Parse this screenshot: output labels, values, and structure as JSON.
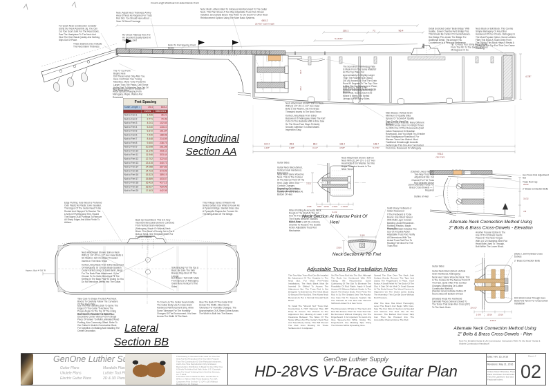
{
  "sheet": {
    "supplier_brand": "GenOne Luthier Supplies",
    "brand_categories_col1": [
      "Guitar Plans",
      "Ukulele Plans",
      "Electric Guitar Plans"
    ],
    "brand_categories_col2": [
      "Mandolin Plans",
      "Luthier Tool Plans",
      "2D & 3D Plans"
    ],
    "fine_print": [
      "This Drawing Is Intended To Be Used For One Use Only And Not Reproduced For Any Other Purpose Than The Construction Of One Particular Instrument, And A One Time Reproduction Only Is Allowed.",
      "Reproduction, Distribution Is Illegal For Any Other Use & Strictly Prohibited And Falls Under U.S. Copyright Laws For Visual Verifying Arts & GenOne Services, Inc. © 2016",
      "This Sheet Size Is Metric A2 Size. Overall Size Is 594mm x 420mm With These Borders. For USA Customers Print On Arch \"C\" (24\" x 18\") Without Resizing For 1:1 Printout."
    ],
    "company": "GenOne Luthier Supply",
    "title": "HD-28VS V-Brace Guitar Plan",
    "date_label": "Date: Nov. 15, 2016",
    "revisions_label": "Revisions: May 31, 2016",
    "scale_note": "Unless Noted Otherwise, These Plans Are Drawn To Full Scale. They Are Labeled In Inch and Fractional Inches.",
    "file_label": "Sheet_2",
    "sheet_number": "02",
    "handbook_note": "Note For Detailed Guitar & Uke Construction Instructions Refer To Our Book \"Guitar & Ukulele Construction Handbook\""
  },
  "labels": {
    "longitudinal_1": "Longitudinal",
    "longitudinal_2": "Section AA",
    "lateral_1": "Lateral",
    "lateral_2": "Section BB",
    "neck_narrow": "Neck Section At Narrow Point Of Heel",
    "neck_7th": "Neck Section At 7th Fret",
    "truss_title": "Adjustable Truss Rod Installation Notes",
    "alt_elev_1": "Alternate Neck Connection Method Using",
    "alt_elev_2": "2\" Bolts & Brass Cross-Dowels - Elevation",
    "alt_plan_1": "Alternate Neck Connection Method Using",
    "alt_plan_2": "2\" Bolts & Brass Cross-Dowels - Plan"
  },
  "fret_table": {
    "title": "Fret Spacing",
    "scale_label": "Scale Length =",
    "scale_in": "25.4",
    "scale_mm": "645.2",
    "col_in": "Inches",
    "col_mm": "Millimeters",
    "rows": [
      {
        "label": "Nut to Fret 1",
        "in": "1.426",
        "mm": "36.21"
      },
      {
        "label": "Nut to Fret 2",
        "in": "2.771",
        "mm": "70.39"
      },
      {
        "label": "Nut to Fret 3",
        "in": "4.041",
        "mm": "102.65"
      },
      {
        "label": "Nut to Fret 4",
        "in": "5.240",
        "mm": "133.10"
      },
      {
        "label": "Nut to Fret 5",
        "in": "6.372",
        "mm": "161.84"
      },
      {
        "label": "Nut to Fret 6",
        "in": "7.440",
        "mm": "188.98"
      },
      {
        "label": "Nut to Fret 7",
        "in": "8.448",
        "mm": "214.59"
      },
      {
        "label": "Nut to Fret 8",
        "in": "9.400",
        "mm": "238.75"
      },
      {
        "label": "Nut to Fret 9",
        "in": "10.298",
        "mm": "261.58"
      },
      {
        "label": "Nut to Fret 10",
        "in": "11.146",
        "mm": "283.11"
      },
      {
        "label": "Nut to Fret 11",
        "in": "11.946",
        "mm": "303.44"
      },
      {
        "label": "Nut to Fret 12",
        "in": "12.702",
        "mm": "322.63"
      },
      {
        "label": "Nut to Fret 13",
        "in": "13.415",
        "mm": "340.73"
      },
      {
        "label": "Nut to Fret 14",
        "in": "14.088",
        "mm": "357.83"
      },
      {
        "label": "Nut to Fret 15",
        "in": "14.723",
        "mm": "373.96"
      },
      {
        "label": "Nut to Fret 16",
        "in": "15.323",
        "mm": "389.19"
      },
      {
        "label": "Nut to Fret 17",
        "in": "15.889",
        "mm": "403.57"
      },
      {
        "label": "Nut to Fret 18",
        "in": "16.423",
        "mm": "417.15"
      },
      {
        "label": "Nut to Fret 19",
        "in": "16.927",
        "mm": "429.96"
      },
      {
        "label": "Nut to Fret 20",
        "in": "17.403",
        "mm": "442.05"
      }
    ]
  },
  "dims": {
    "scale_mm": "645.2",
    "scale_in": "25.402\" scale length",
    "top": [
      "118.1",
      "71",
      "96.4"
    ],
    "top_sub": "5-13/32\"",
    "bottom": [
      {
        "mm": "104.4",
        "in": "4-1/8\""
      },
      {
        "mm": "85.6",
        "in": "3-3/8\""
      },
      {
        "mm": "88.2",
        "in": "3-1/2\""
      },
      {
        "mm": "118.4",
        "in": "4-5/8\""
      },
      {
        "mm": "138.7",
        "in": "5-7/16\""
      }
    ],
    "overall_mm": "976.2",
    "overall_in": "(38-7/16\")",
    "body_depth": "4-7/8\"",
    "butt_radius": "Approx. Butt 4-7/8\" R",
    "neck_plan": [
      "1-5/8",
      "9/16",
      "13/16",
      "1-3/32",
      "1-13/32"
    ],
    "neck_plan_overall": "3-1/2",
    "neck_plan_depth": "1-1/2",
    "seventh_width": "1-5/8",
    "seventh_depth": "13/16",
    "elev": [
      "25/32",
      "31/32",
      "7/8"
    ],
    "alt_plan": [
      "1-3/8",
      "15/16",
      "13/16"
    ],
    "alt_plan_overall": "2-9/16",
    "alt_plan_angle": "10-1/2°",
    "side_heights": [
      "90.5",
      "95.2"
    ]
  },
  "truss_notes": {
    "col1": "This Two-Way Truss Rod Can Be Installed By Adjustment Of The Graphite In The Neck Slot. For Most Pre-Fretted Installations, The Neck Blank Must Be Inverted Or Shifted To Access The Adjustment Nut. The Truss Rod Is Not Designed To Extend Into The Neck Block Or Beyond The Nut End. This Allows Neck Removal As Per A Normal Dovetail Neck Reset.\n\nTo Install The \"Wrench Nut\" Truss Rod, Counterbore A 7/16\" Diameter Hole 3/8\" Deep To Access The Wrench At The Adjustment Nut, Allowing At Least 1-1/8\" Clearance Between The Sides Of The Spoke Wheel And The Guitar's Neck Heel And Soundbody Cavity. This Will Prevent The Rod From Binding On These Surfaces As It Is Adjusted.",
    "col2": "Set The Truss Rod Into The Slot. Although The Rods Are Cushioned With PVC Tubing, We Recommend Some Cushioning Of The Slot To Eliminate The Possibility Of Rod Rattle. Apply A Small Amount Of Silicone Bathtub Sealer In The Slot At The Anchor Ends, Then Press The Rod In So The Sealant Sets The Anchor. Use Care Not To Squeeze Sealant Into The Threads Or The Rod Can Become Stiff And Limited To A Few Turns.\n\nThe Dimensions Of Slot In The Neck And Rod Slot Ensure That The Truss Rod Can Be Removed Without Changing Out The Fingerboard. It Is Important To Avoid Any Glue Squeeze-Out While Gluing The Fingerboard; Use Masking Tape Along The Channel While Spreading Glue.",
    "col3": "Spread The Glue Over The Neck Joint Surface Evenly, Remove The Tape And Clamp The Fingerboard In Place. You'll Notice A Small Relief At The Ends Of The Slot; A Dab Of Hot Melt Or Small Screws At The Ends Keeps The Wood Centers In Alignment On The Glued Joints During The Assembly. This Can Be Done Without Rod Pressure.\n\nAfter The Glue Has Dried Thoroughly, Level The Board And Begin With Care. Saw The Fret Slots In Section As Needed And Vacuum The Dust Out Of The Grooves. The Barbed Rod Cover Strip Can Then Be Pressed Into The Accessible Channel Above The Rod."
  },
  "annotations": [
    "For Quick Neck Construction Consider Using Our Neck Assembly Jig. You Can Cut Your Scarf Joint For The Head Stock, Saw The Headpiece To The Neck And Glue The Heel Stack Quickly And Nothing Slips Out Of Place.",
    "These Dashed Lines Indicate The Neck Blank Thickness",
    "Note: Adjust Neck Thickness At Any Area Of Neck As Required For Truss Rod Slot. You Should Have About 3mm Of Wood Coverage",
    "Crown/Length Workboard & Heated Bender Form",
    "Re-Check Flatness Here For An Excellent Quality Bond At The Glue Joint",
    "Refer To Fret Spacing Chart Below",
    "The \"0\" Cut Point Begins Here",
    "Drill These Holes Only After You Have Confirmed Your Tuning Machines. Many Tuner Posts Are Larger Than The Peaks. Drill These Holes First To Minimize Tear-Out Of The Tuner Area",
    "Neck Block Can Be In Design Of Wood Species Ranging From Mahogany, Maple, Walnut And Rosewood",
    "Note: Most Luthiers Want To Introduce Reinforcement To The Guitar Neck. This Plan Shows A Two Way Adjustable Truss Rod, Shown Installed. See Details Below. Also Refer To Our Book For Other Neck Reinforcement Options Using The More Basic Systems.",
    "Detail Encircled Guitar \"Belly Bridge\" With Saddle, Dowel Chamber And Bridge Pins. This Should Be Center Of Counterbalance. See Bridge Pins Under The Bridge For Additional Detail. The Amount You Counterbore Is A Personal Preference.",
    "Neck Block or Butt Block. This Can Be Simple Mahogany Or Any Other Hardwood Of Your Choice. Mahogany Is The Most Popular Option. Some Luthiers Flare This Block A Touch Deep From The Top As This Block Helps It Resist A Thump At The Top End That Can Cause Cracking.",
    "Tip: To Keep Your String Break Angle From The Pin To The Saddle At About 45 Degrees Or So",
    "The Soundhole Reinforcing Plate Is Made From The Same Material As The Top Plate, Cut Approximately 2x Slightly Larger Than The Rosette Size (About 3/4\") All Around So That The Grain Runs 90 Degrees To The Top. Glue It After The Top Bracing Is In Place; Trim To Fit It Perfectly Around The Braces.",
    "Side Braces: Made From Resilient Mahogany 6mm High x 5mm Wide. Scallop Each End Where It Meets The Kerfed Linings At The Curvy Sides.",
    "Neck Attachment Shown: Bolt-on Neck With (2) 1/4\"-20 x 1-1/2\" Hex Head Bolts & SS Washer, Set Into Brass Threaded Inserts In The Neck Tenon",
    "Kerfed Lining Made From Either Basswood Or Mahogany. Make The Kerf Cuts On The Backside With A Fine Saw So The Show Face Stays Perfectly Smooth; Attention To Detail Makes Inspection Easy.",
    "Main Braces: Vertical Grain Minimum Of Quality Sitka Spruce Or 'Scored-A' Quality Tops Can Be Used For Bracing",
    "Side And Back Material: Many Different Woods Can Be Used. For Bright Tones Go With One Of The Rosewoods (East Indian Rosewood Or Brazilian Rosewood), And You Might Try A Harder Kind: Madagascar Rosewood. For Warmer Tones Use Walnut. Most Traditional Dreadnought Acoustic Guitars Like This One Are Constructed From Koa, Rosewood Or Mahogany.",
    "Neck Attachment Shown: Bolt-on Neck With (2) 1/4\"-20 x 1-1/2\" Hex Head Bolts & SS Washer, Set Into Brass Threaded Inserts In The Neck Tenon",
    "Guitar Sides",
    "Guitar Neck Block (Wood, Vertical Grain Hardwood, Mahogany)",
    "Neck Heel: Same Wood As Neck. This Is The Contour At The Narrow Point Of The Heel. Quite Often This Contour Changes Depending On Luthier Construction Method.",
    "(Dashed Lines) Indicate Outline Of Heel & Block At Bottom Of Heel",
    "When Profiling An Acoustic Neck, Rough In The Shaft At The 1st And 7th Fret Stations, Then Fair The Facets Between Stations With A Rasp",
    "Rout A 3/16\" x 3/8\" (5 x 9.5mm) Channel To Receive The Double Action Adjustable Truss Rod Mechanism",
    "Solid Ebony Fretboard or Indian Rosewood",
    "If The Fretboard Is To Be Bound, Use Wood Veneer With Multi-Layer Colored Banding; Avoid Resonance-Robbing Plastics. Maple, Ebony Etc.",
    "The Neck Detail Indicates The Use Of A Double Action Adjustable Truss Rod. Verify All Dimensions With The Actual Truss Rod Prior To Routing The Neck For The Truss Rod",
    "(Dashed Lines) Indicate Two-Way Truss Rod Adjustment Nut. Cut Channel For The Truss Rod Depicted Above",
    "16mm Diameter Holes For Brass Cross-Dowels — 2 Required",
    "Outline of Heel",
    "Hex Truss Rod Adjustment Nut",
    "Truss Rod Cap",
    "2\" Brass Connection Bolts",
    "Another Popular Option Is The Use Of 10-32 Brass Inserts Placed In The Neck Tongue With 1/4\"-20 Stainless Steel Flat Head Bolts Used To Through-Bolt Within The Lower Block.",
    "Guitar Sides",
    "Guitar Neck Block (Wood, Vertical Grain Hardwood, Mahogany)",
    "Neck Heel: Same Wood As Neck. This Is The Contour At The Narrow Point Of The Heel. Quite Often This Contour Changes Depending On Luthier Construction Method.",
    "(Dashed Lines) Indicate Outline Of Heel & Block At Bottom Of Heel",
    "(Shaded) Areas Are Hardwood Laminate Pieces (Veneer) Glued To The Tenon That Grain-Run Cross (90°) To The Neck Grain",
    "(Style 2, 16mm) Brass Cross Dowels",
    "2\" Brass Connection Bolts",
    "Drill 16mm Holes Through Heel, Block And Tenon For Cross Dowel Installation",
    "Edge Purfling: Kote Wood Is Preferred Over Plastic As Plastic Is An Insulator. The Edges Of The Guitar Need To Be Routed And Stepped To Receive The Levels Of Purfling And Trim. Round The Edges Of All Purflings To Remove All Sharp Edges And Allow Finish To Adhere.",
    "Back Up Head Block: This Is A Very Important Structural Element. Construct From Vertical Grain Hardwood (Mahogany, Maple Or Walnut) Neck Block. This Block's Primary Job Is For A Bolt-on Neck. See Template Sheet For Position Options.",
    "This Vintage Series Of Martin HD Series Guitars Use What Is Known As A Pyramid Bridge. Slanted Sides Like A Pyramid's Shapes Are Formed On The Wing Areas Of The Bridge.",
    "Neck Attachment Shown: Bolt-on Neck With (2) 1/4\"-20 x 1-1/2\" Hex Head Bolts & SS Washer, Set Into Brass Threaded Inserts In The Neck Tenon",
    "Kerfed Lining Made From Either Basswood Or Mahogany. Or Choose Black Spanish Cedar Kerfed Lining Or Solid Bent Linings For The Back Plate Attachment. If You Choose To Go Solid, Bend And Fit The Kerfing In The Back Prior To Gluing So You Do Not Introduce Stress Into The Guitar.",
    "Side Bracing For The Top & Back: Be Sure The Side Braces Stop Short Of The Linings",
    "Butt Brace / Tail Graft: Made From Spruce Or Mahogany; Grain Runs Vertical To The Sides",
    "Take Care To Shape The Butt And Neck Blocks To Carefully Follow The Curvature Of The Back Plate",
    "Use The Arch Sanding Dish To Spine The Edges Of The Guitar To Achieve The Proper Angle On The Top Of The Lining And Sides To Receive The Back Plate",
    "Back Center Decoration Is Optional. Decorative Center Varies From A Single Piece Of Veneer To Multi-Laminated Wood Purfling, Also Commonly Offset. Refer To Our Guitar & Ukulele Construction Book For Specifics On Making And Installing The Center Decoration.",
    "To Crown Up The Center Seam Inside The Guitar Body Use A Cross-Grain Hardwood Reinforcement Strip. Allow Some Tolerance For The Humidity Changes Of The Environment. It Is 6mm Across The Width Of The Back.",
    "Glue The Back Of The Guitar First Across The Width. Allow Some Tolerance For Humidity Changes. The Approximation Of A 25mm Dome Across The Width Is Built Into The Braces."
  ],
  "colors": {
    "table_header": "#953735",
    "fret_inches_bg": "#e2efda",
    "fret_mm_bg": "#f8cbd4",
    "scale_label_bg": "#b9cde5",
    "brass": "#d9b587",
    "truss_orange": "#f0c18e",
    "dim_text": "#8b4040"
  }
}
